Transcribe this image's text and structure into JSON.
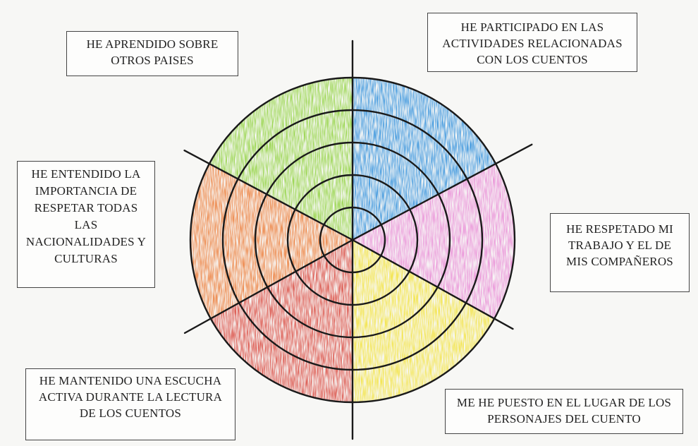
{
  "diagram": {
    "type": "self-assessment-wheel",
    "rings": 5,
    "segments": [
      {
        "label": "HE APRENDIDO SOBRE OTROS PAISES",
        "color": "#8fd23c",
        "level": 5
      },
      {
        "label": "HE PARTICIPADO EN LAS ACTIVIDADES RELACIONADAS CON LOS CUENTOS",
        "color": "#2f8fdc",
        "level": 5
      },
      {
        "label": "HE RESPETADO MI TRABAJO Y EL DE MIS COMPAÑEROS",
        "color": "#e98ad6",
        "level": 5
      },
      {
        "label": "ME HE PUESTO EN EL LUGAR DE LOS PERSONAJES DEL CUENTO",
        "color": "#f3e33a",
        "level": 5
      },
      {
        "label": "HE MANTENIDO UNA ESCUCHA ACTIVA DURANTE LA LECTURA DE LOS CUENTOS",
        "color": "#d9463c",
        "level": 5
      },
      {
        "label": "HE ENTENDIDO LA IMPORTANCIA DE RESPETAR TODAS LAS NACIONALIDADES Y CULTURAS",
        "color": "#ec7a35",
        "level": 5
      }
    ]
  }
}
